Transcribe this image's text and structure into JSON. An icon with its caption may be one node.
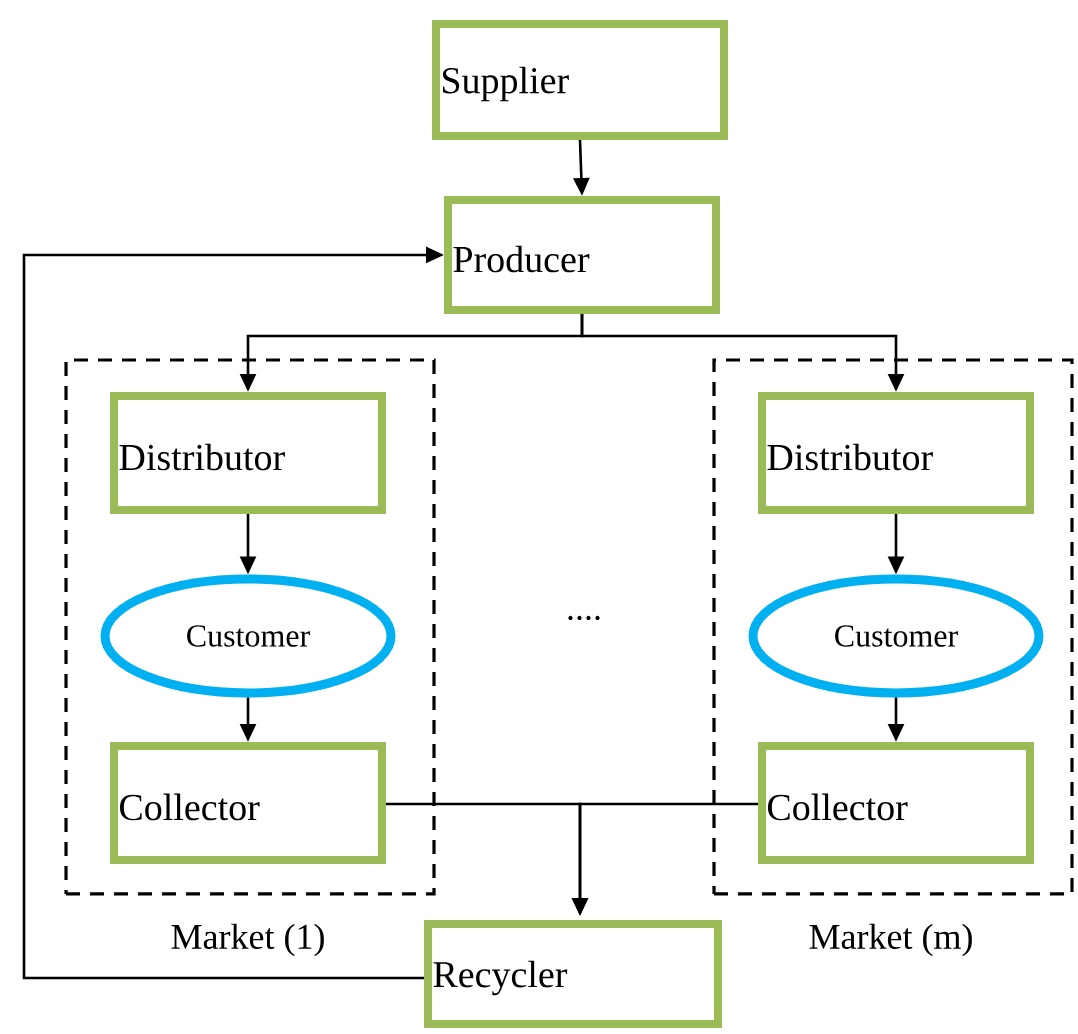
{
  "diagram": {
    "nodes": [
      {
        "text": [
          "Supplier"
        ]
      },
      {
        "text": [
          "Producer"
        ]
      },
      {
        "text": [
          "Market (1)"
        ]
      },
      {
        "text": [
          "Distributor"
        ],
        "in": 2
      },
      {
        "text": [
          "Customer"
        ],
        "in": 2
      },
      {
        "text": [
          "Collector"
        ],
        "in": 2
      },
      {
        "text": [
          "Market (m)"
        ]
      },
      {
        "text": [
          "Distributor"
        ],
        "in": 6
      },
      {
        "text": [
          "Customer"
        ],
        "in": 6
      },
      {
        "text": [
          "Collector"
        ],
        "in": 6
      },
      {
        "text": [
          "Recycler"
        ]
      }
    ],
    "edges": [
      {
        "from": 0,
        "to": 1,
        "arrow": "to"
      },
      {
        "from": 1,
        "to": 3,
        "arrow": "to"
      },
      {
        "from": 1,
        "to": 7,
        "arrow": "to"
      },
      {
        "from": 3,
        "to": 4,
        "arrow": "to"
      },
      {
        "from": 4,
        "to": 5,
        "arrow": "to"
      },
      {
        "from": 7,
        "to": 8,
        "arrow": "to"
      },
      {
        "from": 8,
        "to": 9,
        "arrow": "to"
      },
      {
        "from": 5,
        "to": 10,
        "arrow": "to"
      },
      {
        "from": 9,
        "to": 10,
        "arrow": "to"
      },
      {
        "from": 10,
        "to": 1,
        "arrow": "to"
      }
    ],
    "labels": [
      "...."
    ]
  }
}
